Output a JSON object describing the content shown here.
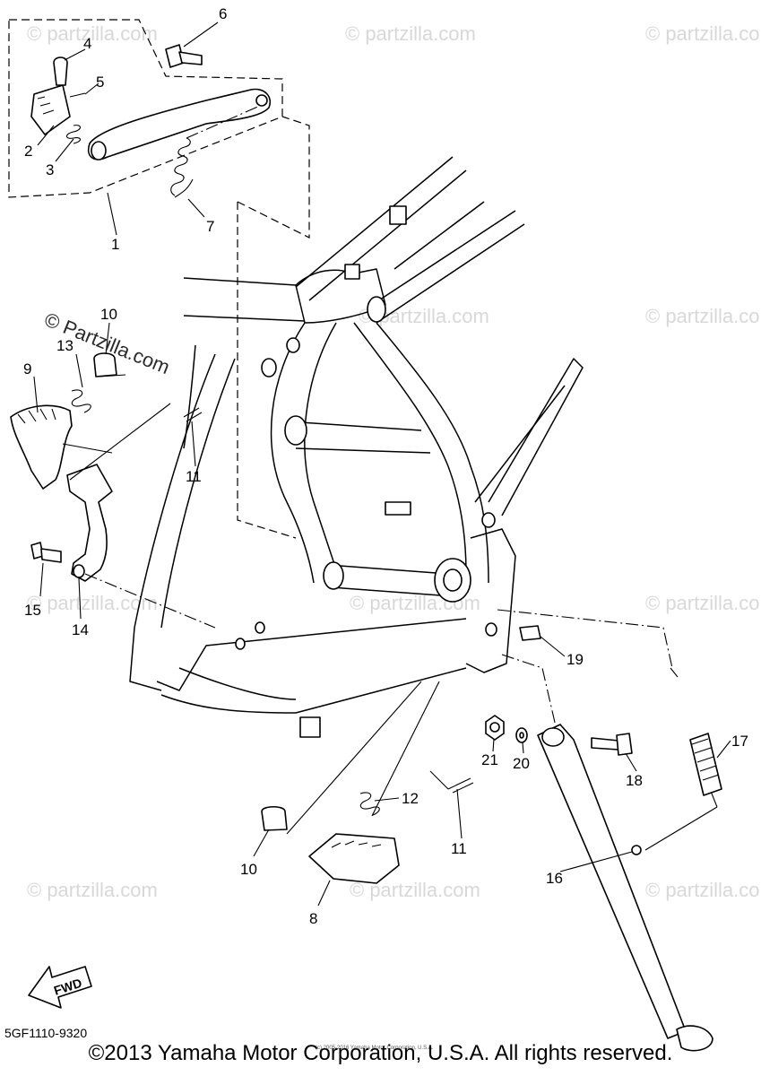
{
  "diagram_code": "5GF1110-9320",
  "copyright": "©2013 Yamaha Motor Corporation, U.S.A. All rights reserved.",
  "small_notice": "(c) 2005-2016 Yamaha Motor Corporation, U.S.A.",
  "direction_label": "FWD",
  "watermark": {
    "prominent": "© Partzilla.com",
    "faint": "© partzilla.com"
  },
  "callouts": {
    "c1": "1",
    "c2": "2",
    "c3": "3",
    "c4": "4",
    "c5": "5",
    "c6": "6",
    "c7": "7",
    "c8": "8",
    "c9": "9",
    "c10a": "10",
    "c10b": "10",
    "c11a": "11",
    "c11b": "11",
    "c12": "12",
    "c13": "13",
    "c14": "14",
    "c15": "15",
    "c16": "16",
    "c17": "17",
    "c18": "18",
    "c19": "19",
    "c20": "20",
    "c21": "21"
  }
}
